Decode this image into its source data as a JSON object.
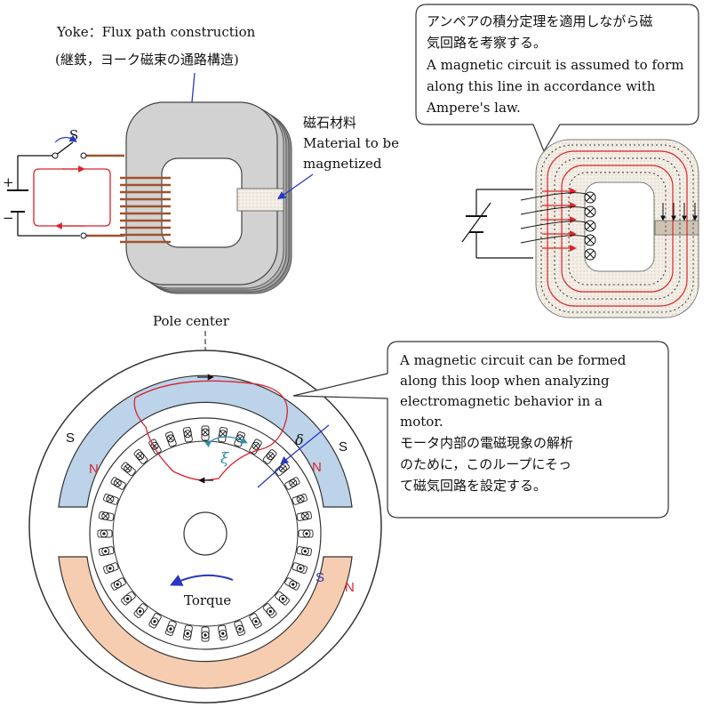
{
  "yoke": {
    "title_en": "Yoke：Flux path construction",
    "title_jp": "(継鉄，ヨーク磁束の通路構造)",
    "switch_label": "S",
    "plus_sign": "+",
    "minus_sign": "−"
  },
  "material": {
    "line1": "磁石材料",
    "line2": "Material to be",
    "line3": "magnetized"
  },
  "ampere_callout": {
    "line1": "アンペアの積分定理を適用しながら磁",
    "line2": "気回路を考察する。",
    "line3": "A magnetic circuit is assumed to form",
    "line4": "along this line in accordance with",
    "line5": "Ampere's law."
  },
  "motor": {
    "pole_center": "Pole center",
    "torque": "Torque",
    "xi": "ξ",
    "delta": "δ",
    "pole_s_left": "S",
    "pole_n_left": "N",
    "pole_n_right": "N",
    "pole_s_right": "S",
    "pole_s_bottom": "S",
    "pole_n_bottom": "N"
  },
  "motor_callout": {
    "line1": "A magnetic circuit can be formed",
    "line2": "along this loop when analyzing",
    "line3": "electromagnetic behavior in a",
    "line4": "motor.",
    "line5": "モータ内部の電磁現象の解析",
    "line6": "のために，このループにそっ",
    "line7": "て磁気回路を設定する。"
  },
  "colors": {
    "upper_magnet": "#bcd3ea",
    "lower_magnet": "#f7cdb2",
    "winding": "#a0522d",
    "flux_line": "#d9242b",
    "pole_n": "#d9242b",
    "pole_s": "#2a3cc8",
    "arrow_blue": "#2838c0",
    "xi_color": "#2e8fa8",
    "material_block": "#e6ddd0"
  }
}
